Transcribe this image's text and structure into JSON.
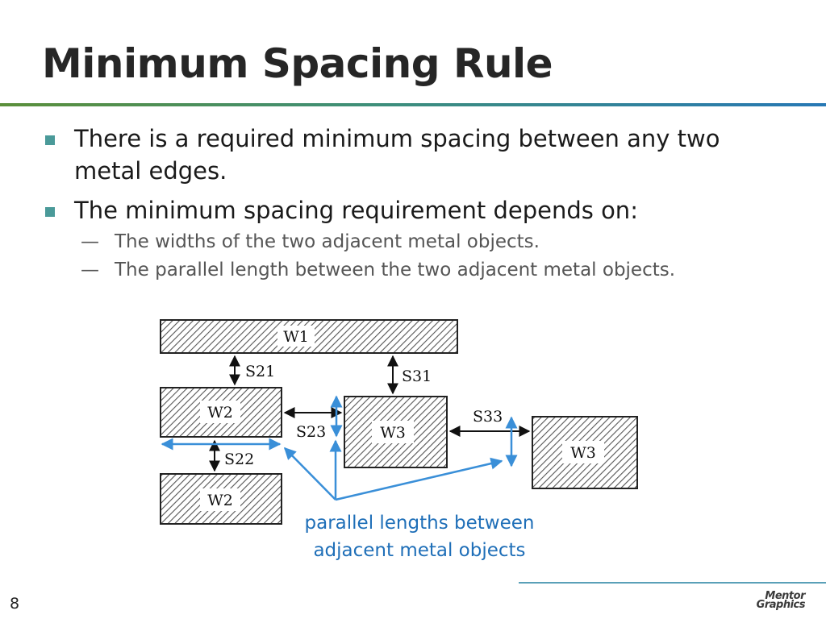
{
  "slide": {
    "title": "Minimum Spacing Rule",
    "page_number": "8",
    "bullets": [
      {
        "text": "There is a required minimum spacing between any two metal edges."
      },
      {
        "text": "The minimum spacing requirement depends on:",
        "subitems": [
          "The widths of the two adjacent metal objects.",
          "The parallel length between the two adjacent metal objects."
        ]
      }
    ],
    "sub_marker": "—"
  },
  "diagram": {
    "labels": {
      "w1": "W1",
      "w2_top": "W2",
      "w2_bottom": "W2",
      "w3_left": "W3",
      "w3_right": "W3",
      "s21": "S21",
      "s22": "S22",
      "s23": "S23",
      "s31": "S31",
      "s33": "S33"
    },
    "caption_line1": "parallel lengths between",
    "caption_line2": "adjacent metal objects"
  },
  "logo": {
    "line1": "Mentor",
    "line2": "Graphics"
  },
  "colors": {
    "bullet_marker": "#4a9a99",
    "annotation_blue": "#3a8fd8",
    "caption_blue": "#1f6fb8",
    "title_rule_start": "#5b8f3a",
    "title_rule_end": "#2778b5"
  }
}
